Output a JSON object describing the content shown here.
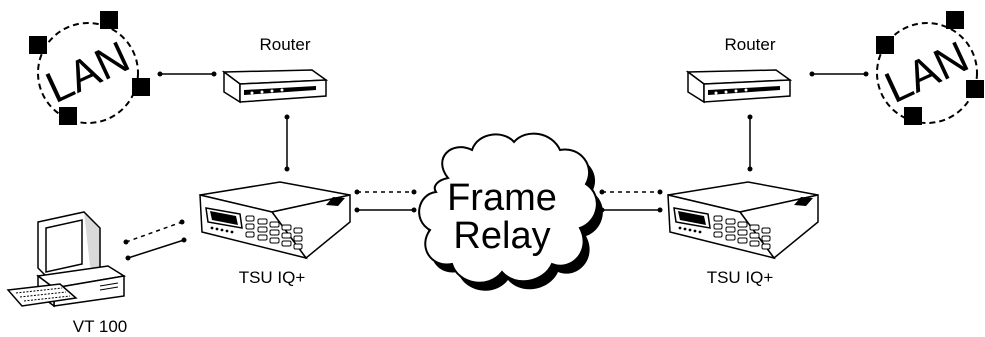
{
  "diagram": {
    "lan_left": {
      "label": "LAN"
    },
    "lan_right": {
      "label": "LAN"
    },
    "router_left": {
      "label": "Router"
    },
    "router_right": {
      "label": "Router"
    },
    "tsu_left": {
      "label": "TSU IQ+"
    },
    "tsu_right": {
      "label": "TSU IQ+"
    },
    "terminal": {
      "label": "VT 100"
    },
    "network": {
      "line1": "Frame",
      "line2": "Relay"
    }
  }
}
